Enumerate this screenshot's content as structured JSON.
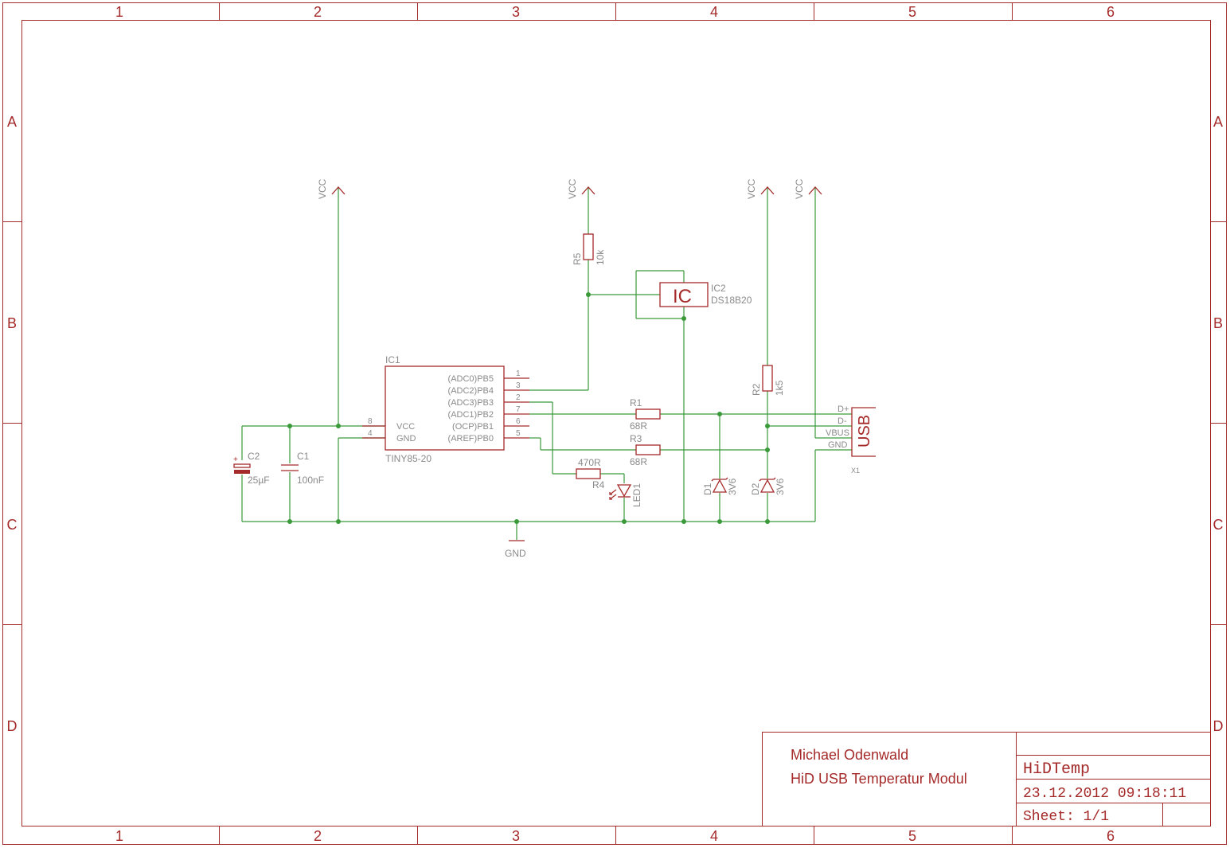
{
  "frame": {
    "columns": [
      "1",
      "2",
      "3",
      "4",
      "5",
      "6"
    ],
    "rows": [
      "A",
      "B",
      "C",
      "D"
    ]
  },
  "title_block": {
    "author": "Michael Odenwald",
    "description": "HiD USB Temperatur Modul",
    "project": "HiDTemp",
    "datetime": "23.12.2012 09:18:11",
    "sheet": "Sheet: 1/1"
  },
  "supplies": {
    "vcc": "VCC",
    "gnd": "GND"
  },
  "ic1": {
    "name": "IC1",
    "value": "TINY85-20",
    "left_pins": [
      {
        "num": "8",
        "label": "VCC"
      },
      {
        "num": "4",
        "label": "GND"
      }
    ],
    "right_pins": [
      {
        "num": "1",
        "label": "(ADC0)PB5"
      },
      {
        "num": "3",
        "label": "(ADC2)PB4"
      },
      {
        "num": "2",
        "label": "(ADC3)PB3"
      },
      {
        "num": "7",
        "label": "(ADC1)PB2"
      },
      {
        "num": "6",
        "label": "(OCP)PB1"
      },
      {
        "num": "5",
        "label": "(AREF)PB0"
      }
    ]
  },
  "ic2": {
    "name": "IC2",
    "value": "DS18B20",
    "symbol": "IC"
  },
  "r5": {
    "name": "R5",
    "value": "10k"
  },
  "r2": {
    "name": "R2",
    "value": "1k5"
  },
  "r1": {
    "name": "R1",
    "value": "68R"
  },
  "r3": {
    "name": "R3",
    "value": "68R"
  },
  "r4": {
    "name": "R4",
    "value": "470R"
  },
  "led1": {
    "name": "LED1"
  },
  "c1": {
    "name": "C1",
    "value": "100nF"
  },
  "c2": {
    "name": "C2",
    "value": "25µF",
    "polarity": "+"
  },
  "d1": {
    "name": "D1",
    "value": "3V6"
  },
  "d2": {
    "name": "D2",
    "value": "3V6"
  },
  "x1": {
    "name": "X1",
    "symbol": "USB",
    "pins": [
      "D+",
      "D-",
      "VBUS",
      "GND"
    ]
  }
}
